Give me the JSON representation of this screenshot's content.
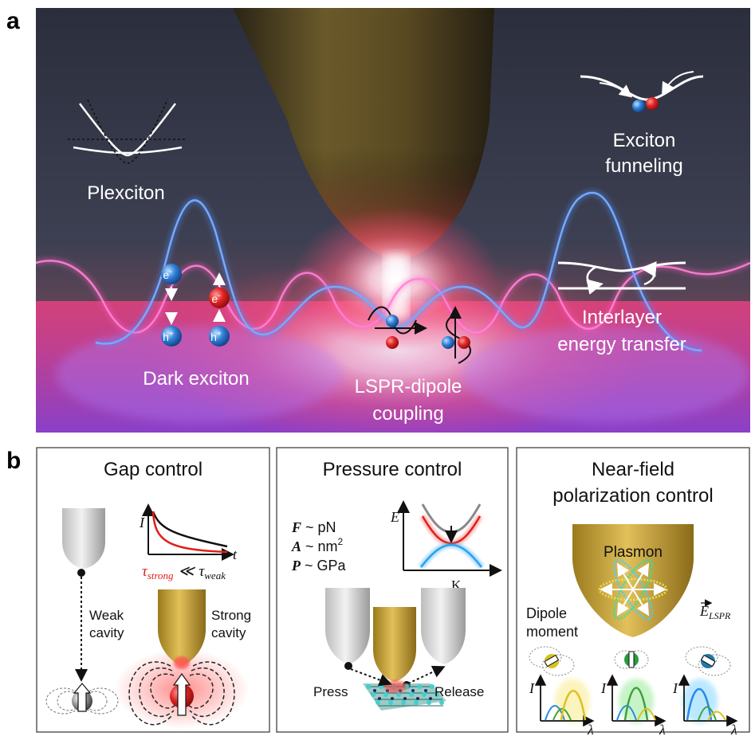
{
  "panel_a": {
    "letter": "a",
    "labels": {
      "plexciton": "Plexciton",
      "exciton_funneling_1": "Exciton",
      "exciton_funneling_2": "funneling",
      "interlayer_1": "Interlayer",
      "interlayer_2": "energy transfer",
      "dark_exciton": "Dark exciton",
      "lspr_1": "LSPR-dipole",
      "lspr_2": "coupling"
    },
    "charges": {
      "electron": "e",
      "hole": "h",
      "minus": "-",
      "plus": "+"
    }
  },
  "panel_b": {
    "letter": "b",
    "gap": {
      "title": "Gap control",
      "axis_y": "I",
      "axis_x": "t",
      "tau_strong": "τ",
      "tau_strong_sub": "strong",
      "much_less": "≪",
      "tau_weak": "τ",
      "tau_weak_sub": "weak",
      "weak_1": "Weak",
      "weak_2": "cavity",
      "strong_1": "Strong",
      "strong_2": "cavity"
    },
    "pressure": {
      "title": "Pressure control",
      "f_sym": "F",
      "f_val": " ~ pN",
      "a_sym": "A",
      "a_val": " ~ nm",
      "a_sup": "2",
      "p_sym": "P",
      "p_val": " ~ GPa",
      "axis_y": "E",
      "axis_x": "K",
      "press": "Press",
      "release": "Release"
    },
    "nearfield": {
      "title_1": "Near-field",
      "title_2": "polarization control",
      "plasmon": "Plasmon",
      "e_field": "E",
      "e_sub": "LSPR",
      "dipole_1": "Dipole",
      "dipole_2": "moment",
      "axis_y": "I",
      "axis_x": "λ"
    }
  },
  "colors": {
    "strong": "#e0201a",
    "gold": "#c9a230",
    "electron": "#e02424",
    "hole": "#2f7fd8",
    "wave_blue": "#6aa8ff",
    "wave_pink": "#ff8ad8"
  }
}
